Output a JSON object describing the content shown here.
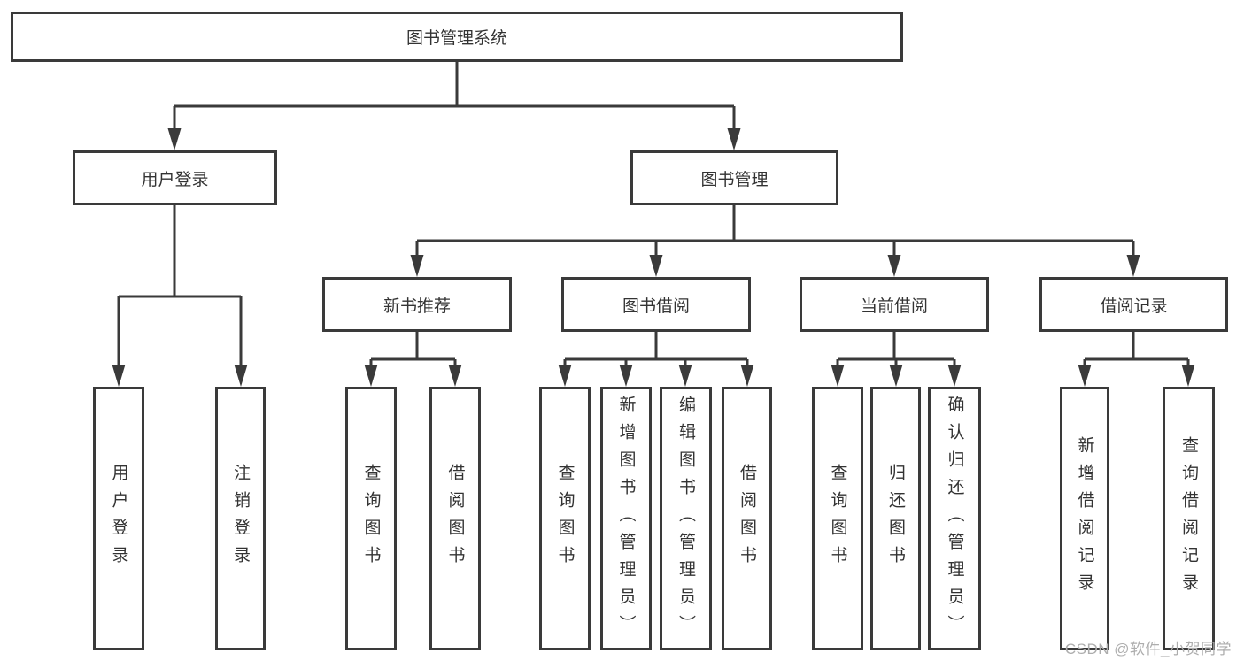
{
  "nodes": {
    "root": {
      "label": "图书管理系统"
    },
    "user_login": {
      "label": "用户登录"
    },
    "book_mgmt": {
      "label": "图书管理"
    },
    "new_book_rec": {
      "label": "新书推荐"
    },
    "book_borrow": {
      "label": "图书借阅"
    },
    "current_borrow": {
      "label": "当前借阅"
    },
    "borrow_records": {
      "label": "借阅记录"
    },
    "leaf_user_login": {
      "label": "用户登录"
    },
    "leaf_logout": {
      "label": "注销登录"
    },
    "leaf_query_books_new": {
      "label": "查询图书"
    },
    "leaf_borrow_books_new": {
      "label": "借阅图书"
    },
    "leaf_query_books_borrow": {
      "label": "查询图书"
    },
    "leaf_add_books_admin": {
      "label": "新增图书（管理员）"
    },
    "leaf_edit_books_admin": {
      "label": "编辑图书（管理员）"
    },
    "leaf_borrow_books": {
      "label": "借阅图书"
    },
    "leaf_query_books_current": {
      "label": "查询图书"
    },
    "leaf_return_books": {
      "label": "归还图书"
    },
    "leaf_confirm_return_admin": {
      "label": "确认归还（管理员）"
    },
    "leaf_add_borrow_record": {
      "label": "新增借阅记录"
    },
    "leaf_query_borrow_record": {
      "label": "查询借阅记录"
    }
  },
  "watermark": {
    "text": "CSDN @软件_小贺同学"
  },
  "colors": {
    "line": "#3a3a3a",
    "border": "#3a3a3a",
    "text": "#333333",
    "watermark": "#adadad",
    "background": "#ffffff"
  }
}
